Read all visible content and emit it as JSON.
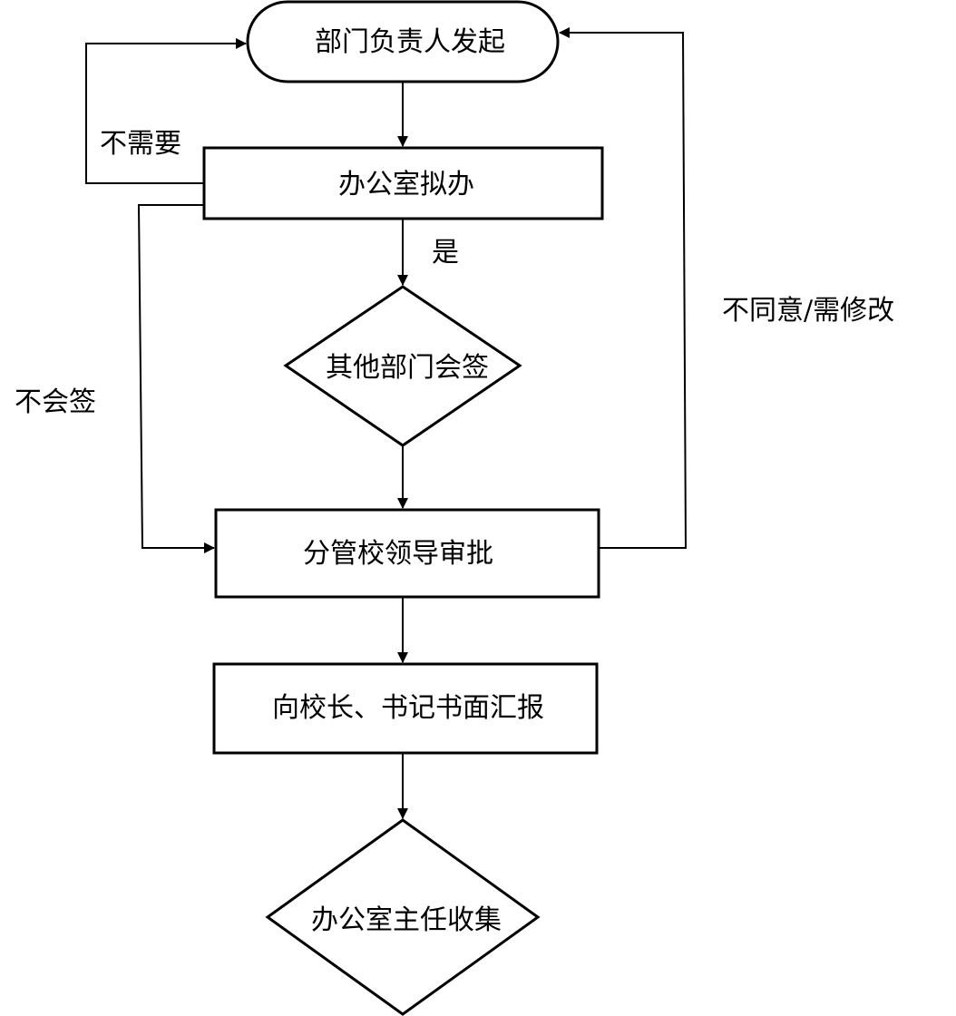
{
  "nodes": {
    "start": {
      "label": "部门负责人发起"
    },
    "office_draft": {
      "label": "办公室拟办"
    },
    "countersign": {
      "label": "其他部门会签"
    },
    "leader_approval": {
      "label": "分管校领导审批"
    },
    "report": {
      "label": "向校长、书记书面汇报"
    },
    "collect": {
      "label": "办公室主任收集"
    }
  },
  "edge_labels": {
    "not_needed": "不需要",
    "yes": "是",
    "no_countersign": "不会签",
    "disagree_modify": "不同意/需修改"
  }
}
